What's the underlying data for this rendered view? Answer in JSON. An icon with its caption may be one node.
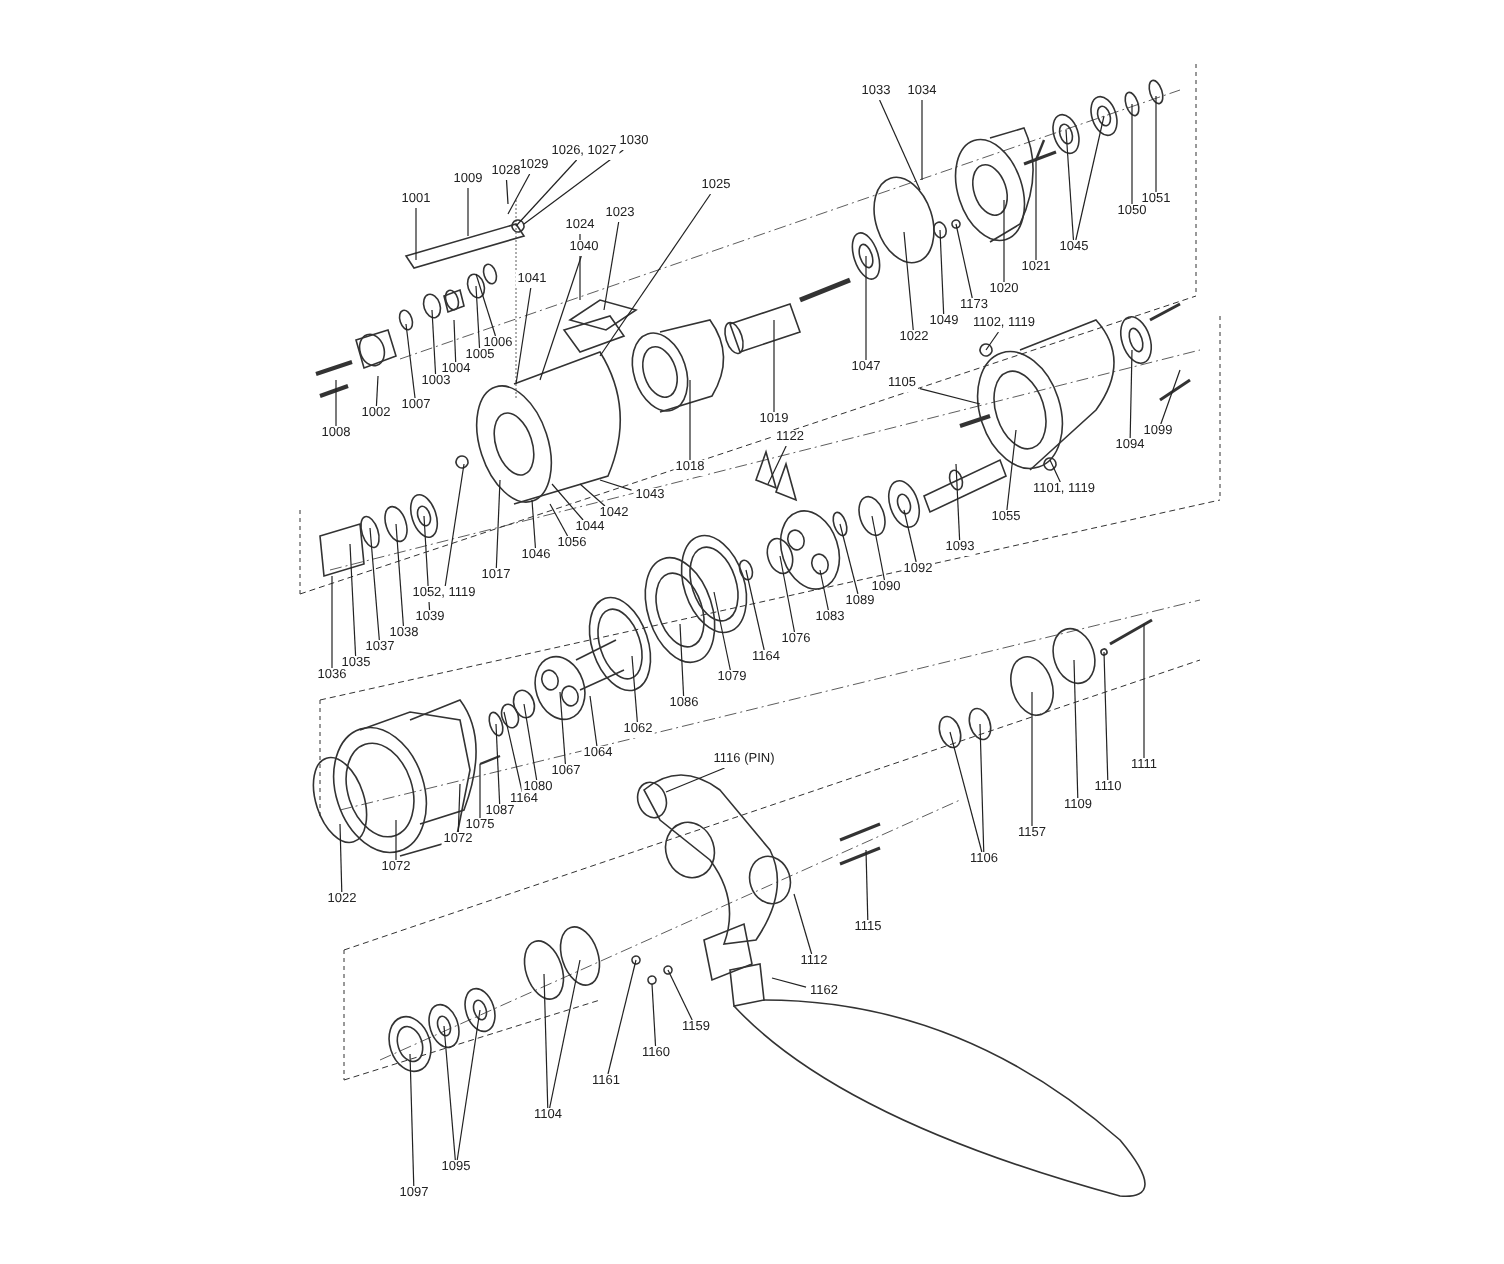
{
  "diagram": {
    "nodes": [
      {
        "text": [
          "1033"
        ]
      },
      {
        "text": [
          "1034"
        ]
      },
      {
        "text": [
          "1030"
        ]
      },
      {
        "text": [
          "1026, 1027"
        ]
      },
      {
        "text": [
          "1029"
        ]
      },
      {
        "text": [
          "1028"
        ]
      },
      {
        "text": [
          "1009"
        ]
      },
      {
        "text": [
          "1025"
        ]
      },
      {
        "text": [
          "1001"
        ]
      },
      {
        "text": [
          "1051"
        ]
      },
      {
        "text": [
          "1050"
        ]
      },
      {
        "text": [
          "1023"
        ]
      },
      {
        "text": [
          "1024"
        ]
      },
      {
        "text": [
          "1040"
        ]
      },
      {
        "text": [
          "1045"
        ]
      },
      {
        "text": [
          "1041"
        ]
      },
      {
        "text": [
          "1021"
        ]
      },
      {
        "text": [
          "1020"
        ]
      },
      {
        "text": [
          "1173"
        ]
      },
      {
        "text": [
          "1049"
        ]
      },
      {
        "text": [
          "1102, 1119"
        ]
      },
      {
        "text": [
          "1006"
        ]
      },
      {
        "text": [
          "1022"
        ]
      },
      {
        "text": [
          "1005"
        ]
      },
      {
        "text": [
          "1004"
        ]
      },
      {
        "text": [
          "1003"
        ]
      },
      {
        "text": [
          "1047"
        ]
      },
      {
        "text": [
          "1007"
        ]
      },
      {
        "text": [
          "1105"
        ]
      },
      {
        "text": [
          "1002"
        ]
      },
      {
        "text": [
          "1019"
        ]
      },
      {
        "text": [
          "1008"
        ]
      },
      {
        "text": [
          "1099"
        ]
      },
      {
        "text": [
          "1122"
        ]
      },
      {
        "text": [
          "1094"
        ]
      },
      {
        "text": [
          "1018"
        ]
      },
      {
        "text": [
          "1101, 1119"
        ]
      },
      {
        "text": [
          "1043"
        ]
      },
      {
        "text": [
          "1042"
        ]
      },
      {
        "text": [
          "1055"
        ]
      },
      {
        "text": [
          "1044"
        ]
      },
      {
        "text": [
          "1056"
        ]
      },
      {
        "text": [
          "1093"
        ]
      },
      {
        "text": [
          "1046"
        ]
      },
      {
        "text": [
          "1092"
        ]
      },
      {
        "text": [
          "1017"
        ]
      },
      {
        "text": [
          "1090"
        ]
      },
      {
        "text": [
          "1052, 1119"
        ]
      },
      {
        "text": [
          "1089"
        ]
      },
      {
        "text": [
          "1039"
        ]
      },
      {
        "text": [
          "1083"
        ]
      },
      {
        "text": [
          "1038"
        ]
      },
      {
        "text": [
          "1076"
        ]
      },
      {
        "text": [
          "1037"
        ]
      },
      {
        "text": [
          "1164"
        ]
      },
      {
        "text": [
          "1035"
        ]
      },
      {
        "text": [
          "1036"
        ]
      },
      {
        "text": [
          "1079"
        ]
      },
      {
        "text": [
          "1086"
        ]
      },
      {
        "text": [
          "1062"
        ]
      },
      {
        "text": [
          "1064"
        ]
      },
      {
        "text": [
          "1116 (PIN)"
        ]
      },
      {
        "text": [
          "1111"
        ]
      },
      {
        "text": [
          "1067"
        ]
      },
      {
        "text": [
          "1080"
        ]
      },
      {
        "text": [
          "1110"
        ]
      },
      {
        "text": [
          "1164"
        ]
      },
      {
        "text": [
          "1109"
        ]
      },
      {
        "text": [
          "1087"
        ]
      },
      {
        "text": [
          "1075"
        ]
      },
      {
        "text": [
          "1157"
        ]
      },
      {
        "text": [
          "1072"
        ]
      },
      {
        "text": [
          "1106"
        ]
      },
      {
        "text": [
          "1072"
        ]
      },
      {
        "text": [
          "1022"
        ]
      },
      {
        "text": [
          "1115"
        ]
      },
      {
        "text": [
          "1112"
        ]
      },
      {
        "text": [
          "1162"
        ]
      },
      {
        "text": [
          "1159"
        ]
      },
      {
        "text": [
          "1160"
        ]
      },
      {
        "text": [
          "1161"
        ]
      },
      {
        "text": [
          "1104"
        ]
      },
      {
        "text": [
          "1095"
        ]
      },
      {
        "text": [
          "1097"
        ]
      }
    ],
    "edges": [
      {
        "from": 0,
        "to": null,
        "arrow": "none"
      },
      {
        "from": 1,
        "to": null,
        "arrow": "none"
      },
      {
        "from": 2,
        "to": null,
        "arrow": "none"
      },
      {
        "from": 3,
        "to": null,
        "arrow": "none"
      },
      {
        "from": 4,
        "to": null,
        "arrow": "none"
      },
      {
        "from": 5,
        "to": null,
        "arrow": "none"
      },
      {
        "from": 6,
        "to": null,
        "arrow": "none"
      },
      {
        "from": 7,
        "to": null,
        "arrow": "none"
      },
      {
        "from": 8,
        "to": null,
        "arrow": "none"
      },
      {
        "from": 9,
        "to": null,
        "arrow": "none"
      },
      {
        "from": 10,
        "to": null,
        "arrow": "none"
      },
      {
        "from": 11,
        "to": null,
        "arrow": "none"
      },
      {
        "from": 12,
        "to": null,
        "arrow": "none"
      },
      {
        "from": 13,
        "to": null,
        "arrow": "none"
      },
      {
        "from": 14,
        "to": null,
        "arrow": "none"
      },
      {
        "from": 14,
        "to": null,
        "arrow": "none"
      },
      {
        "from": 15,
        "to": null,
        "arrow": "none"
      },
      {
        "from": 16,
        "to": null,
        "arrow": "none"
      },
      {
        "from": 17,
        "to": null,
        "arrow": "none"
      },
      {
        "from": 18,
        "to": null,
        "arrow": "none"
      },
      {
        "from": 19,
        "to": null,
        "arrow": "none"
      },
      {
        "from": 20,
        "to": null,
        "arrow": "none"
      },
      {
        "from": 21,
        "to": null,
        "arrow": "none"
      },
      {
        "from": 22,
        "to": null,
        "arrow": "none"
      },
      {
        "from": 23,
        "to": null,
        "arrow": "none"
      },
      {
        "from": 24,
        "to": null,
        "arrow": "none"
      },
      {
        "from": 25,
        "to": null,
        "arrow": "none"
      },
      {
        "from": 26,
        "to": null,
        "arrow": "none"
      },
      {
        "from": 27,
        "to": null,
        "arrow": "none"
      },
      {
        "from": 28,
        "to": null,
        "arrow": "none"
      },
      {
        "from": 29,
        "to": null,
        "arrow": "none"
      },
      {
        "from": 30,
        "to": null,
        "arrow": "none"
      },
      {
        "from": 31,
        "to": null,
        "arrow": "none"
      },
      {
        "from": 32,
        "to": null,
        "arrow": "none"
      },
      {
        "from": 33,
        "to": null,
        "arrow": "none"
      },
      {
        "from": 34,
        "to": null,
        "arrow": "none"
      },
      {
        "from": 35,
        "to": null,
        "arrow": "none"
      },
      {
        "from": 36,
        "to": null,
        "arrow": "none"
      },
      {
        "from": 37,
        "to": null,
        "arrow": "none"
      },
      {
        "from": 38,
        "to": null,
        "arrow": "none"
      },
      {
        "from": 39,
        "to": null,
        "arrow": "none"
      },
      {
        "from": 40,
        "to": null,
        "arrow": "none"
      },
      {
        "from": 41,
        "to": null,
        "arrow": "none"
      },
      {
        "from": 42,
        "to": null,
        "arrow": "none"
      },
      {
        "from": 43,
        "to": null,
        "arrow": "none"
      },
      {
        "from": 44,
        "to": null,
        "arrow": "none"
      },
      {
        "from": 45,
        "to": null,
        "arrow": "none"
      },
      {
        "from": 46,
        "to": null,
        "arrow": "none"
      },
      {
        "from": 47,
        "to": null,
        "arrow": "none"
      },
      {
        "from": 48,
        "to": null,
        "arrow": "none"
      },
      {
        "from": 49,
        "to": null,
        "arrow": "none"
      },
      {
        "from": 50,
        "to": null,
        "arrow": "none"
      },
      {
        "from": 51,
        "to": null,
        "arrow": "none"
      },
      {
        "from": 52,
        "to": null,
        "arrow": "none"
      },
      {
        "from": 53,
        "to": null,
        "arrow": "none"
      },
      {
        "from": 54,
        "to": null,
        "arrow": "none"
      },
      {
        "from": 55,
        "to": null,
        "arrow": "none"
      },
      {
        "from": 56,
        "to": null,
        "arrow": "none"
      },
      {
        "from": 57,
        "to": null,
        "arrow": "none"
      },
      {
        "from": 58,
        "to": null,
        "arrow": "none"
      },
      {
        "from": 59,
        "to": null,
        "arrow": "none"
      },
      {
        "from": 60,
        "to": null,
        "arrow": "none"
      },
      {
        "from": 61,
        "to": null,
        "arrow": "none"
      },
      {
        "from": 62,
        "to": null,
        "arrow": "none"
      },
      {
        "from": 63,
        "to": null,
        "arrow": "none"
      },
      {
        "from": 64,
        "to": null,
        "arrow": "none"
      },
      {
        "from": 65,
        "to": null,
        "arrow": "none"
      },
      {
        "from": 66,
        "to": null,
        "arrow": "none"
      },
      {
        "from": 67,
        "to": null,
        "arrow": "none"
      },
      {
        "from": 68,
        "to": null,
        "arrow": "none"
      },
      {
        "from": 69,
        "to": null,
        "arrow": "none"
      },
      {
        "from": 70,
        "to": null,
        "arrow": "none"
      },
      {
        "from": 71,
        "to": null,
        "arrow": "none"
      },
      {
        "from": 72,
        "to": null,
        "arrow": "none"
      },
      {
        "from": 72,
        "to": null,
        "arrow": "none"
      },
      {
        "from": 73,
        "to": null,
        "arrow": "none"
      },
      {
        "from": 74,
        "to": null,
        "arrow": "none"
      },
      {
        "from": 75,
        "to": null,
        "arrow": "none"
      },
      {
        "from": 76,
        "to": null,
        "arrow": "none"
      },
      {
        "from": 77,
        "to": null,
        "arrow": "none"
      },
      {
        "from": 78,
        "to": null,
        "arrow": "none"
      },
      {
        "from": 79,
        "to": null,
        "arrow": "none"
      },
      {
        "from": 80,
        "to": null,
        "arrow": "none"
      },
      {
        "from": 81,
        "to": null,
        "arrow": "none"
      },
      {
        "from": 81,
        "to": null,
        "arrow": "none"
      },
      {
        "from": 82,
        "to": null,
        "arrow": "none"
      },
      {
        "from": 82,
        "to": null,
        "arrow": "none"
      },
      {
        "from": 83,
        "to": null,
        "arrow": "none"
      }
    ]
  }
}
